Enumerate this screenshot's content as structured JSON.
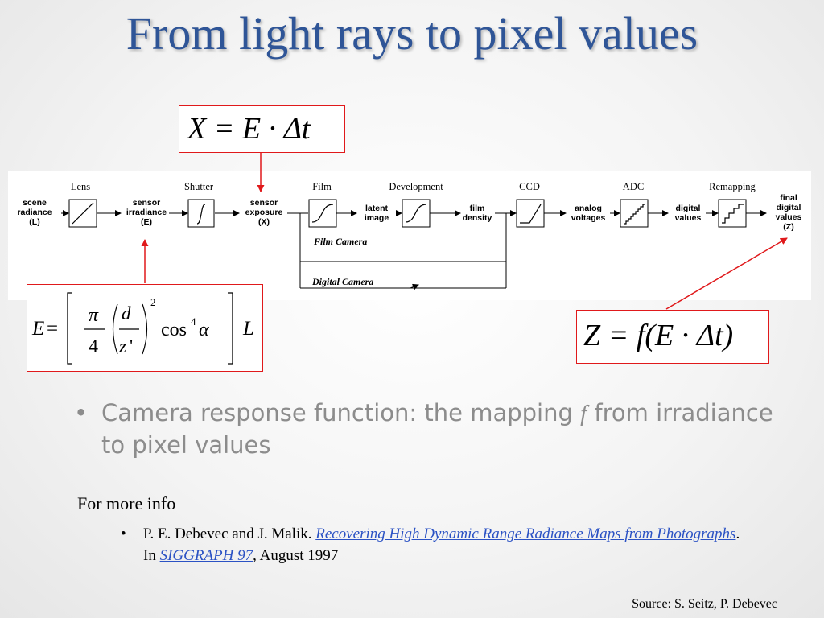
{
  "title": "From light rays to pixel values",
  "pipeline": {
    "stages": {
      "lens": "Lens",
      "shutter": "Shutter",
      "film": "Film",
      "development": "Development",
      "ccd": "CCD",
      "adc": "ADC",
      "remapping": "Remapping"
    },
    "quantities": {
      "scene_radiance": [
        "scene",
        "radiance",
        "(L)"
      ],
      "sensor_irradiance": [
        "sensor",
        "irradiance",
        "(E)"
      ],
      "sensor_exposure": [
        "sensor",
        "exposure",
        "(X)"
      ],
      "latent_image": [
        "latent",
        "image"
      ],
      "film_density": [
        "film",
        "density"
      ],
      "analog_voltages": [
        "analog",
        "voltages"
      ],
      "digital_values": [
        "digital",
        "values"
      ],
      "final_digital_values": [
        "final",
        "digital",
        "values",
        "(Z)"
      ]
    },
    "paths": {
      "film_camera": "Film Camera",
      "digital_camera": "Digital Camera"
    },
    "colors": {
      "box_border": "#e0191b",
      "title": "#2f5597",
      "link": "#2b52c4"
    }
  },
  "equations": {
    "exposure": "X = E · Δt",
    "irradiance": "E = [ (π/4) (d/z')² cos⁴ α ] L",
    "response": "Z = f(E · Δt)"
  },
  "bullet": {
    "text_before": "Camera response function: the mapping",
    "symbol": "f",
    "text_after": "from irradiance to pixel values"
  },
  "more_info": {
    "heading": "For more info",
    "authors": "P. E. Debevec and J. Malik.",
    "paper_title": "Recovering High Dynamic Range Radiance Maps from Photographs",
    "venue_prefix": ". In ",
    "venue": "SIGGRAPH 97",
    "date": ", August 1997"
  },
  "source": "Source: S. Seitz, P. Debevec"
}
